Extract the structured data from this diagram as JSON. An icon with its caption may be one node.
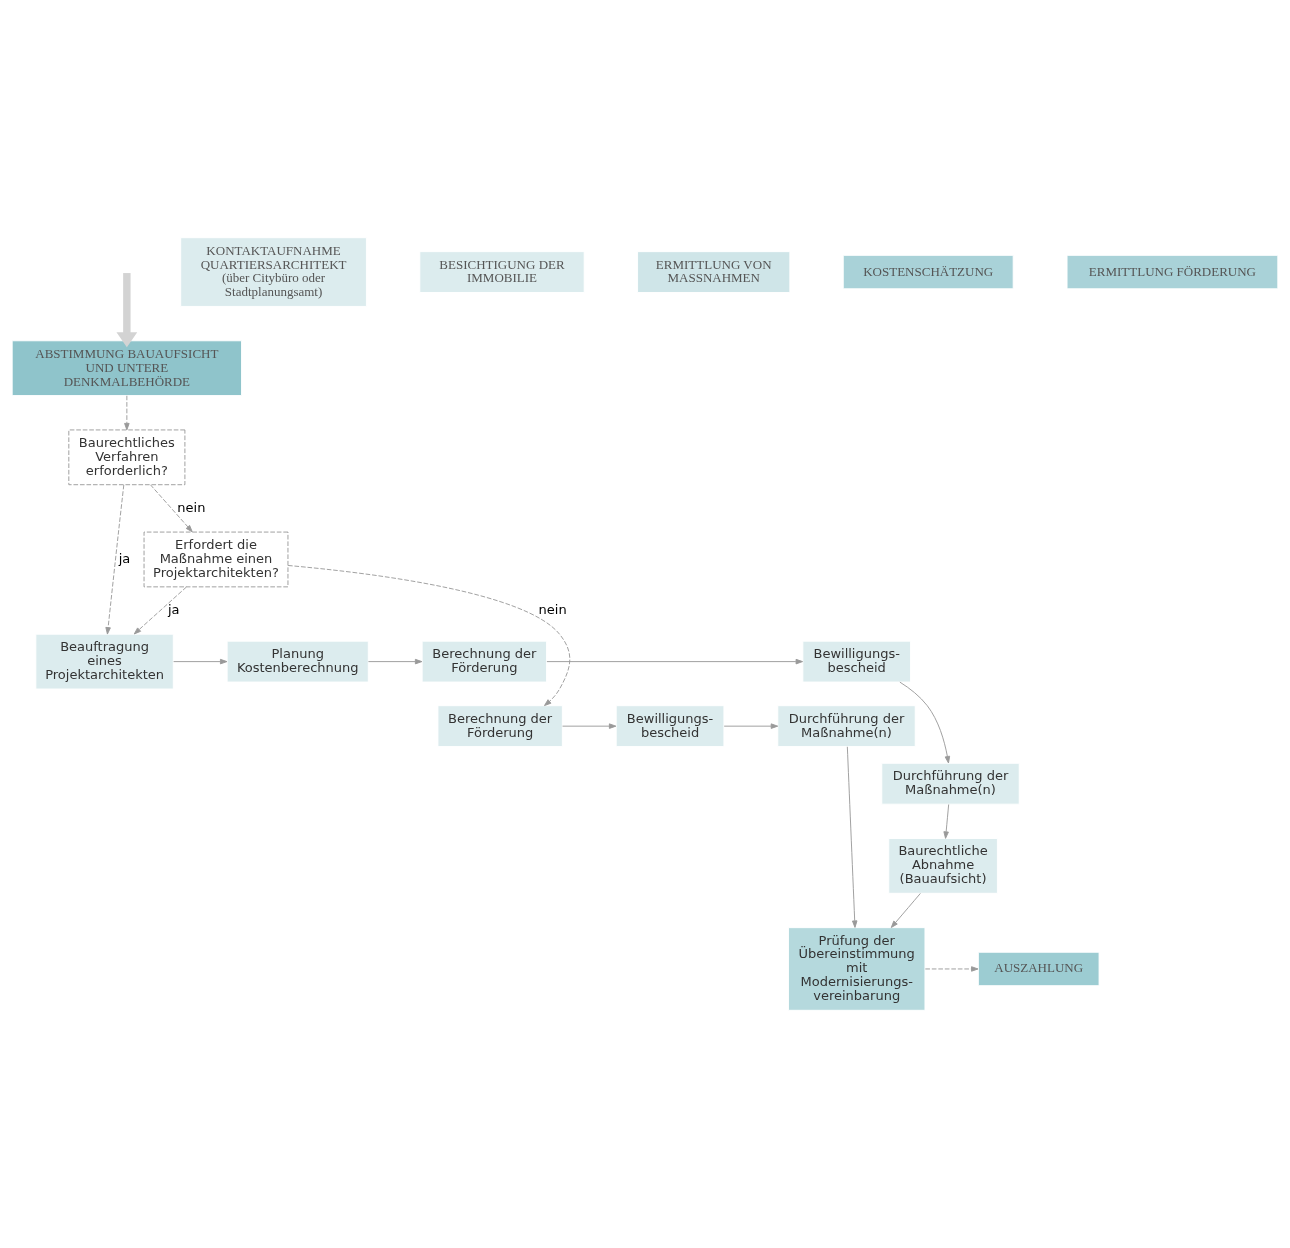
{
  "diagram": {
    "nodes": [
      {
        "text": [
          "KONTAKTAUFNAHME QUARTIERSARCHITEKT",
          "(über Citybüro oder Stadtplanungsamt)"
        ]
      },
      {
        "text": [
          "BESICHTIGUNG DER IMMOBILIE"
        ]
      },
      {
        "text": [
          "ERMITTLUNG VON MASSNAHMEN"
        ]
      },
      {
        "text": [
          "KOSTENSCHÄTZUNG"
        ]
      },
      {
        "text": [
          "ERMITTLUNG FÖRDERUNG"
        ]
      },
      {
        "text": [
          "ABSTIMMUNG BAUAUFSICHT UND UNTERE DENKMALBEHÖRDE"
        ]
      },
      {
        "text": [
          "Beauftragung eines Projektarchitekten"
        ]
      },
      {
        "text": [
          "Planung Kostenberechnung"
        ]
      },
      {
        "text": [
          "Berechnung der Förderung"
        ]
      },
      {
        "text": [
          "Bewilligungs- bescheid"
        ]
      },
      {
        "text": [
          "Durchführung der Maßnahme(n)"
        ]
      },
      {
        "text": [
          "Baurechtliche Abnahme (Bauaufsicht)"
        ]
      },
      {
        "text": [
          "Prüfung der Übereinstimmung mit Modernisierungs- vereinbarung"
        ]
      },
      {
        "text": [
          "AUSZAHLUNG"
        ]
      },
      {
        "text": [
          "Baurechtliches Verfahren erforderlich?"
        ]
      },
      {
        "text": [
          "Erfordert die Maßnahme einen Projektarchitekten?"
        ]
      },
      {
        "text": [
          "Berechnung der Förderung"
        ]
      },
      {
        "text": [
          "Bewilligungs- bescheid"
        ]
      },
      {
        "text": [
          "Durchführung der Maßnahme(n)"
        ]
      }
    ],
    "edges": [
      {
        "from": null,
        "to": 5,
        "arrow": "to",
        "style": "thick",
        "color": "#d3d3d3"
      },
      {
        "from": 5,
        "to": 14,
        "arrow": "to",
        "style": "dashed"
      },
      {
        "from": 14,
        "to": 6,
        "arrow": "to",
        "style": "dashed",
        "label": "ja"
      },
      {
        "from": 14,
        "to": 15,
        "arrow": "to",
        "style": "dashed",
        "label": "nein"
      },
      {
        "from": 15,
        "to": 6,
        "arrow": "to",
        "style": "dashed",
        "label": "ja"
      },
      {
        "from": 15,
        "to": 16,
        "arrow": "to",
        "style": "dashed",
        "label": "nein"
      },
      {
        "from": 6,
        "to": 7,
        "arrow": "to"
      },
      {
        "from": 7,
        "to": 8,
        "arrow": "to"
      },
      {
        "from": 8,
        "to": 9,
        "arrow": "to"
      },
      {
        "from": 9,
        "to": 10,
        "arrow": "to"
      },
      {
        "from": 10,
        "to": 11,
        "arrow": "to"
      },
      {
        "from": 11,
        "to": 12,
        "arrow": "to"
      },
      {
        "from": 16,
        "to": 17,
        "arrow": "to"
      },
      {
        "from": 17,
        "to": 18,
        "arrow": "to"
      },
      {
        "from": 18,
        "to": 12,
        "arrow": "to"
      },
      {
        "from": 12,
        "to": 13,
        "arrow": "to",
        "style": "dashed"
      }
    ]
  }
}
